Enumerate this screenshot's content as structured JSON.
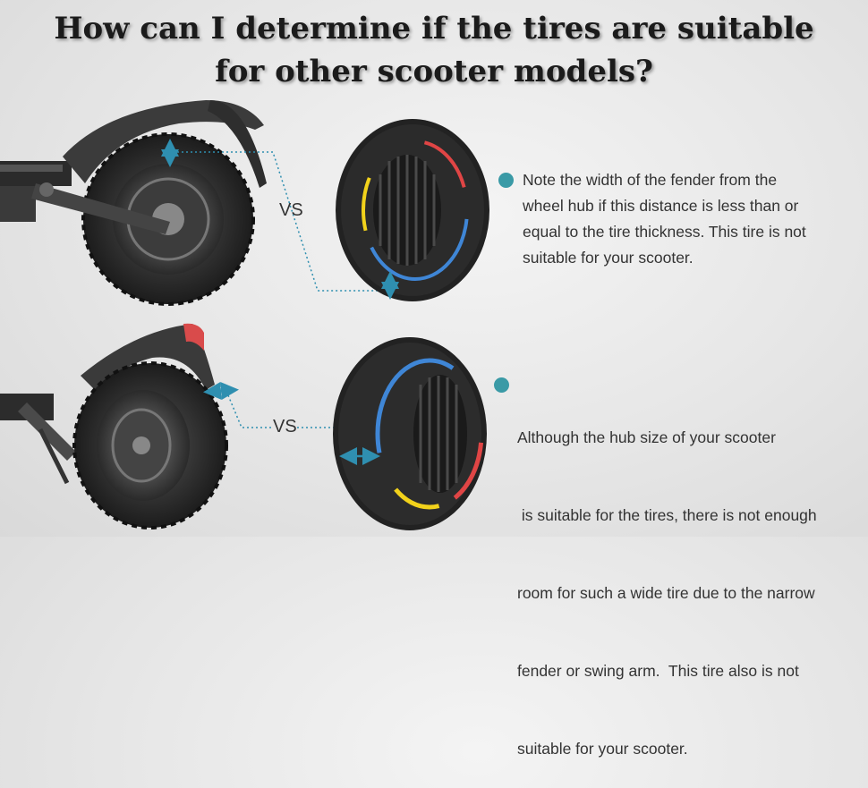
{
  "title": {
    "line1": "How can I determine if the tires are suitable",
    "line2": "for other scooter models?"
  },
  "sections": [
    {
      "vs_label": "VS",
      "note_lines": [
        "Note the width of the fender from the",
        "wheel hub if this distance is less than or",
        "equal to the tire thickness. This tire is not",
        "suitable for your scooter."
      ]
    },
    {
      "vs_label": "VS",
      "note_lines": [
        "Although the hub size of your scooter",
        " is suitable for the tires, there is not enough",
        "room for such a wide tire due to the narrow",
        "fender or swing arm.  This tire also is not",
        "suitable for your scooter."
      ]
    }
  ],
  "colors": {
    "bullet": "#3a9aa6",
    "arrow": "#2f8fb0",
    "tire_red": "#e04545",
    "tire_blue": "#3f86d6",
    "tire_yellow": "#f2d21b"
  }
}
